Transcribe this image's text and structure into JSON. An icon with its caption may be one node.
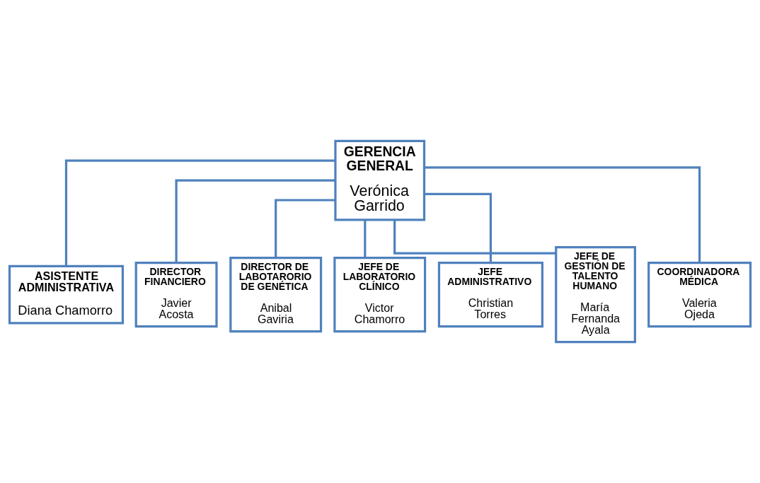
{
  "diagram": {
    "nodes": [
      {
        "text": [
          "GERENCIA GENERAL",
          "Verónica Garrido"
        ]
      },
      {
        "text": [
          "ASISTENTE ADMINISTRATIVA",
          "Diana Chamorro"
        ]
      },
      {
        "text": [
          "DIRECTOR FINANCIERO",
          "Javier Acosta"
        ]
      },
      {
        "text": [
          "DIRECTOR DE LABOTARORIO DE GENÉTICA",
          "Anibal Gaviria"
        ]
      },
      {
        "text": [
          "JEFE DE LABORATORIO CLÍNICO",
          "Victor Chamorro"
        ]
      },
      {
        "text": [
          "JEFE ADMINISTRATIVO",
          "Christian Torres"
        ]
      },
      {
        "text": [
          "JEFE DE GESTIÓN DE TALENTO HUMANO",
          "María Fernanda Ayala"
        ]
      },
      {
        "text": [
          "COORDINADORA MÉDICA",
          "Valeria Ojeda"
        ]
      }
    ],
    "edges": [
      {
        "from": 0,
        "to": 1,
        "arrow": "none"
      },
      {
        "from": 0,
        "to": 2,
        "arrow": "none"
      },
      {
        "from": 0,
        "to": 3,
        "arrow": "none"
      },
      {
        "from": 0,
        "to": 4,
        "arrow": "none"
      },
      {
        "from": 0,
        "to": 5,
        "arrow": "none"
      },
      {
        "from": 0,
        "to": 6,
        "arrow": "none"
      },
      {
        "from": 0,
        "to": 7,
        "arrow": "none"
      }
    ]
  }
}
